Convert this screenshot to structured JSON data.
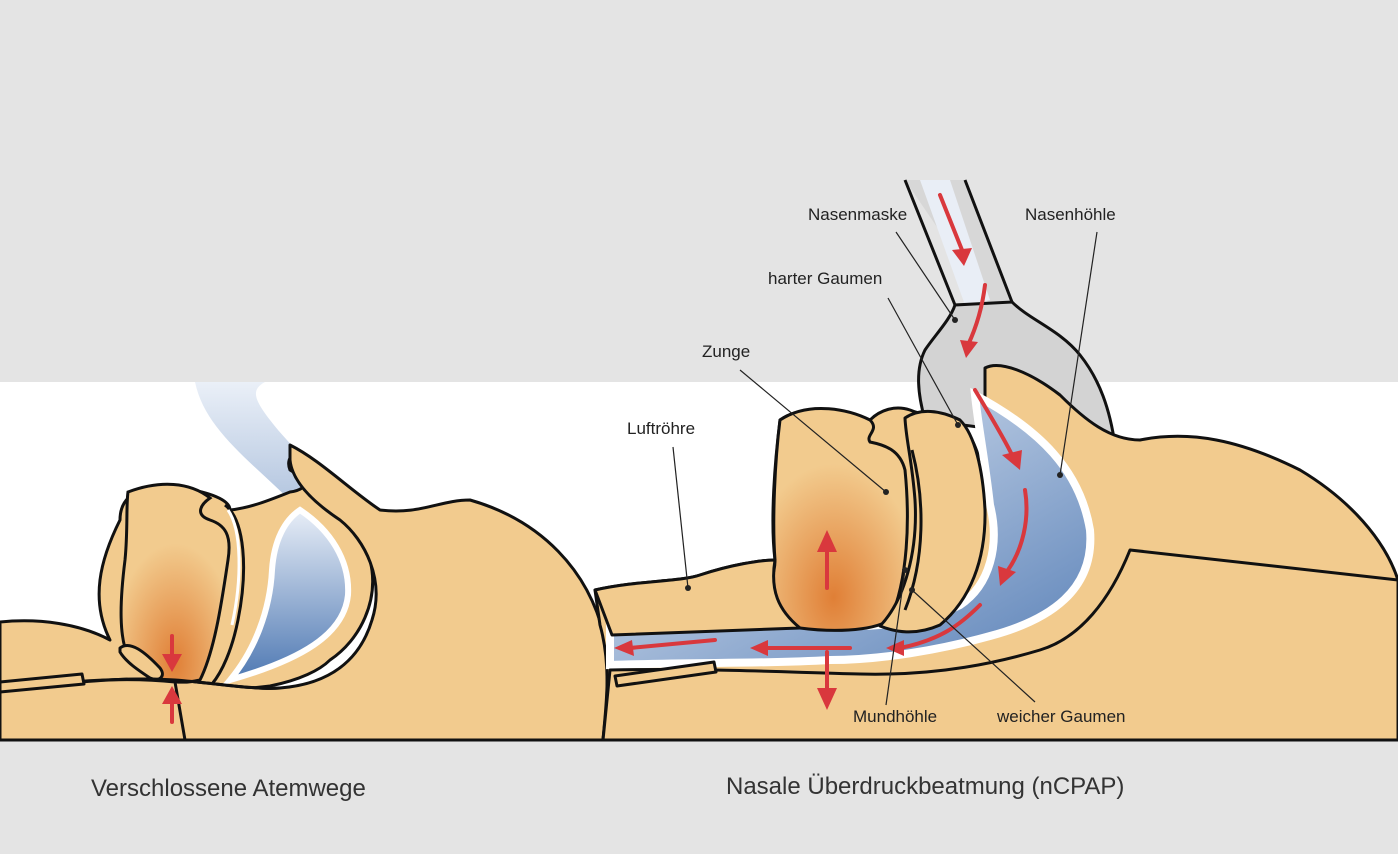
{
  "colors": {
    "background": "#e4e4e4",
    "illustration_band": "#ffffff",
    "tissue": "#f2cb8e",
    "tissue_shade": "#e08a3c",
    "airflow": "#5b82b8",
    "arrow": "#d9383d",
    "mask": "#d3d3d3"
  },
  "left": {
    "caption": "Verschlossene Atemwege"
  },
  "right": {
    "caption": "Nasale Überdruckbeatmung (nCPAP)",
    "labels": {
      "nasenmaske": "Nasenmaske",
      "nasenhoehle": "Nasenhöhle",
      "harter_gaumen": "harter Gaumen",
      "zunge": "Zunge",
      "luftroehre": "Luftröhre",
      "mundhoehle": "Mundhöhle",
      "weicher_gaumen": "weicher Gaumen"
    }
  }
}
